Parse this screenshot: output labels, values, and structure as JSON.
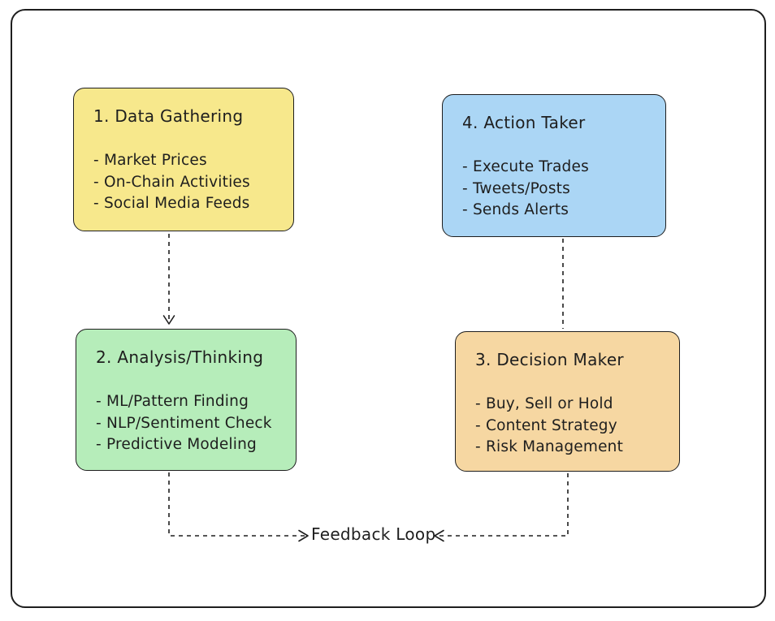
{
  "diagram": {
    "boxes": [
      {
        "title": "1. Data Gathering",
        "items": [
          "- Market Prices",
          "- On-Chain Activities",
          "- Social Media Feeds"
        ],
        "fill": "#f7e88c"
      },
      {
        "title": "4. Action Taker",
        "items": [
          "- Execute Trades",
          "- Tweets/Posts",
          "- Sends Alerts"
        ],
        "fill": "#abd6f5"
      },
      {
        "title": "2. Analysis/Thinking",
        "items": [
          "- ML/Pattern Finding",
          "- NLP/Sentiment Check",
          "- Predictive Modeling"
        ],
        "fill": "#b6edba"
      },
      {
        "title": "3. Decision Maker",
        "items": [
          "- Buy, Sell or Hold",
          "- Content Strategy",
          "- Risk Management"
        ],
        "fill": "#f6d7a2"
      }
    ],
    "connectors": [
      {
        "from": "1. Data Gathering",
        "to": "2. Analysis/Thinking",
        "style": "dashed-arrow"
      },
      {
        "from": "4. Action Taker",
        "to": "3. Decision Maker",
        "style": "dashed-line"
      },
      {
        "from": "2. Analysis/Thinking",
        "to": "Feedback Loop",
        "style": "dashed-arrow"
      },
      {
        "from": "3. Decision Maker",
        "to": "Feedback Loop",
        "style": "dashed-arrow"
      }
    ],
    "feedback_label": "Feedback Loop",
    "colors": {
      "stroke": "#1e1e1e",
      "background": "#ffffff"
    }
  }
}
